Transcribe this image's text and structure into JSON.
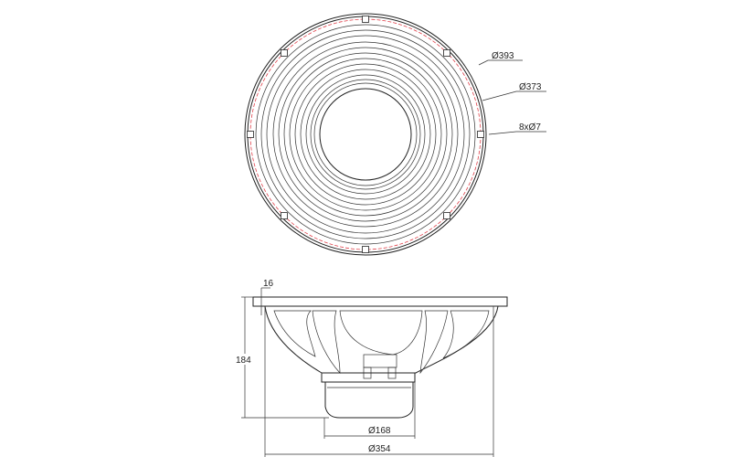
{
  "front_view": {
    "dimensions": {
      "outer_diameter": "Ø393",
      "bolt_circle": "Ø373",
      "mounting_holes": "8xØ7"
    },
    "bolt_circle_color": "#e0404a"
  },
  "side_view": {
    "dimensions": {
      "flange_thickness": "16",
      "depth": "184",
      "magnet_diameter": "Ø168",
      "basket_diameter": "Ø354"
    }
  }
}
